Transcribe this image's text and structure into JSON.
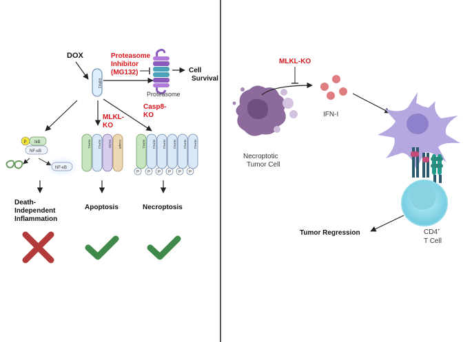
{
  "colors": {
    "inhibitor_red": "#d7141a",
    "cross_red": "#b23a3a",
    "check_green": "#3f8a4a",
    "tumor_purple": "#8c6a9c",
    "dendritic_purple": "#b5a8e0",
    "tcell_cyan": "#7fd3e4",
    "ifn_pink": "#e07d80",
    "divider": "#222222"
  },
  "left": {
    "dox": "DOX",
    "proteasome_inhibitor": [
      "Proteasome",
      "Inhibitor",
      "(MG132)"
    ],
    "proteasome_label": "Proteasome",
    "cell_survival": [
      "Cell",
      "Survival"
    ],
    "ripk1": "RIPK1",
    "ikb": "IkB",
    "p": "P",
    "nfkb": "NF-κB",
    "nfkb_nuclear": "NF-κB",
    "mlkl_ko": [
      "MLKL-",
      "KO"
    ],
    "casp8_ko": [
      "Casp8-",
      "KO"
    ],
    "apoptosis_complex": [
      "RIPK1",
      "RIPK3",
      "FADD",
      "Casp8"
    ],
    "necroptosis_complex": [
      "RIPK1",
      "RIPK3",
      "RIPK3",
      "RIPK3",
      "RIPK3",
      "RIPK3"
    ],
    "phospho": "P",
    "outcomes": {
      "inflammation": [
        "Death-",
        "Independent",
        "Inflammation"
      ],
      "apoptosis": "Apoptosis",
      "necroptosis": "Necroptosis"
    },
    "marks": [
      "cross",
      "check",
      "check"
    ]
  },
  "right": {
    "mlkl_ko": "MLKL-KO",
    "ifn": "IFN-I",
    "necroptotic_cell": [
      "Necroptotic",
      "Tumor Cell"
    ],
    "tumor_regression": "Tumor Regression",
    "cd4": "CD4",
    "cd4_sup": "+",
    "tcell": "T Cell"
  }
}
